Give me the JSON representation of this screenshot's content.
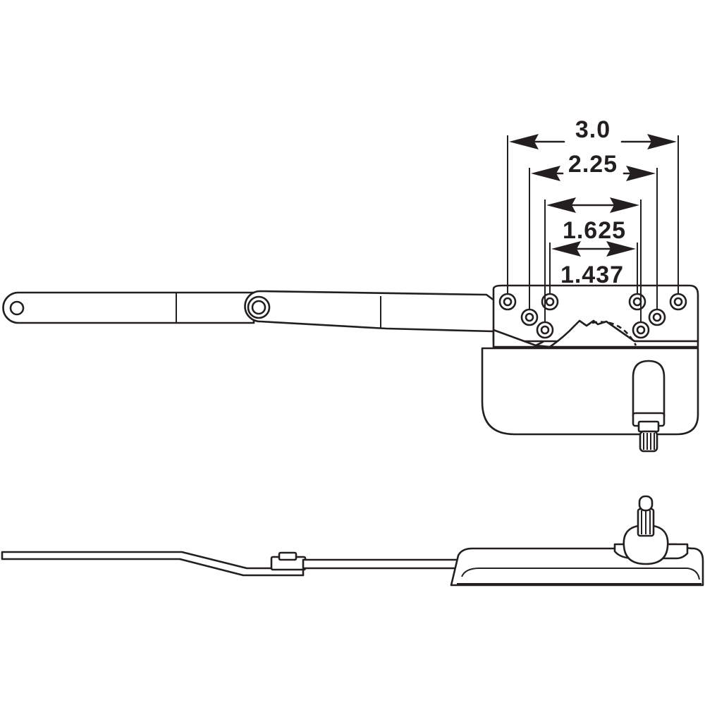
{
  "dimensions": [
    {
      "label": "3.0"
    },
    {
      "label": "2.25"
    },
    {
      "label": "1.625"
    },
    {
      "label": "1.437"
    }
  ],
  "colors": {
    "line": "#231f20",
    "background": "#ffffff"
  }
}
